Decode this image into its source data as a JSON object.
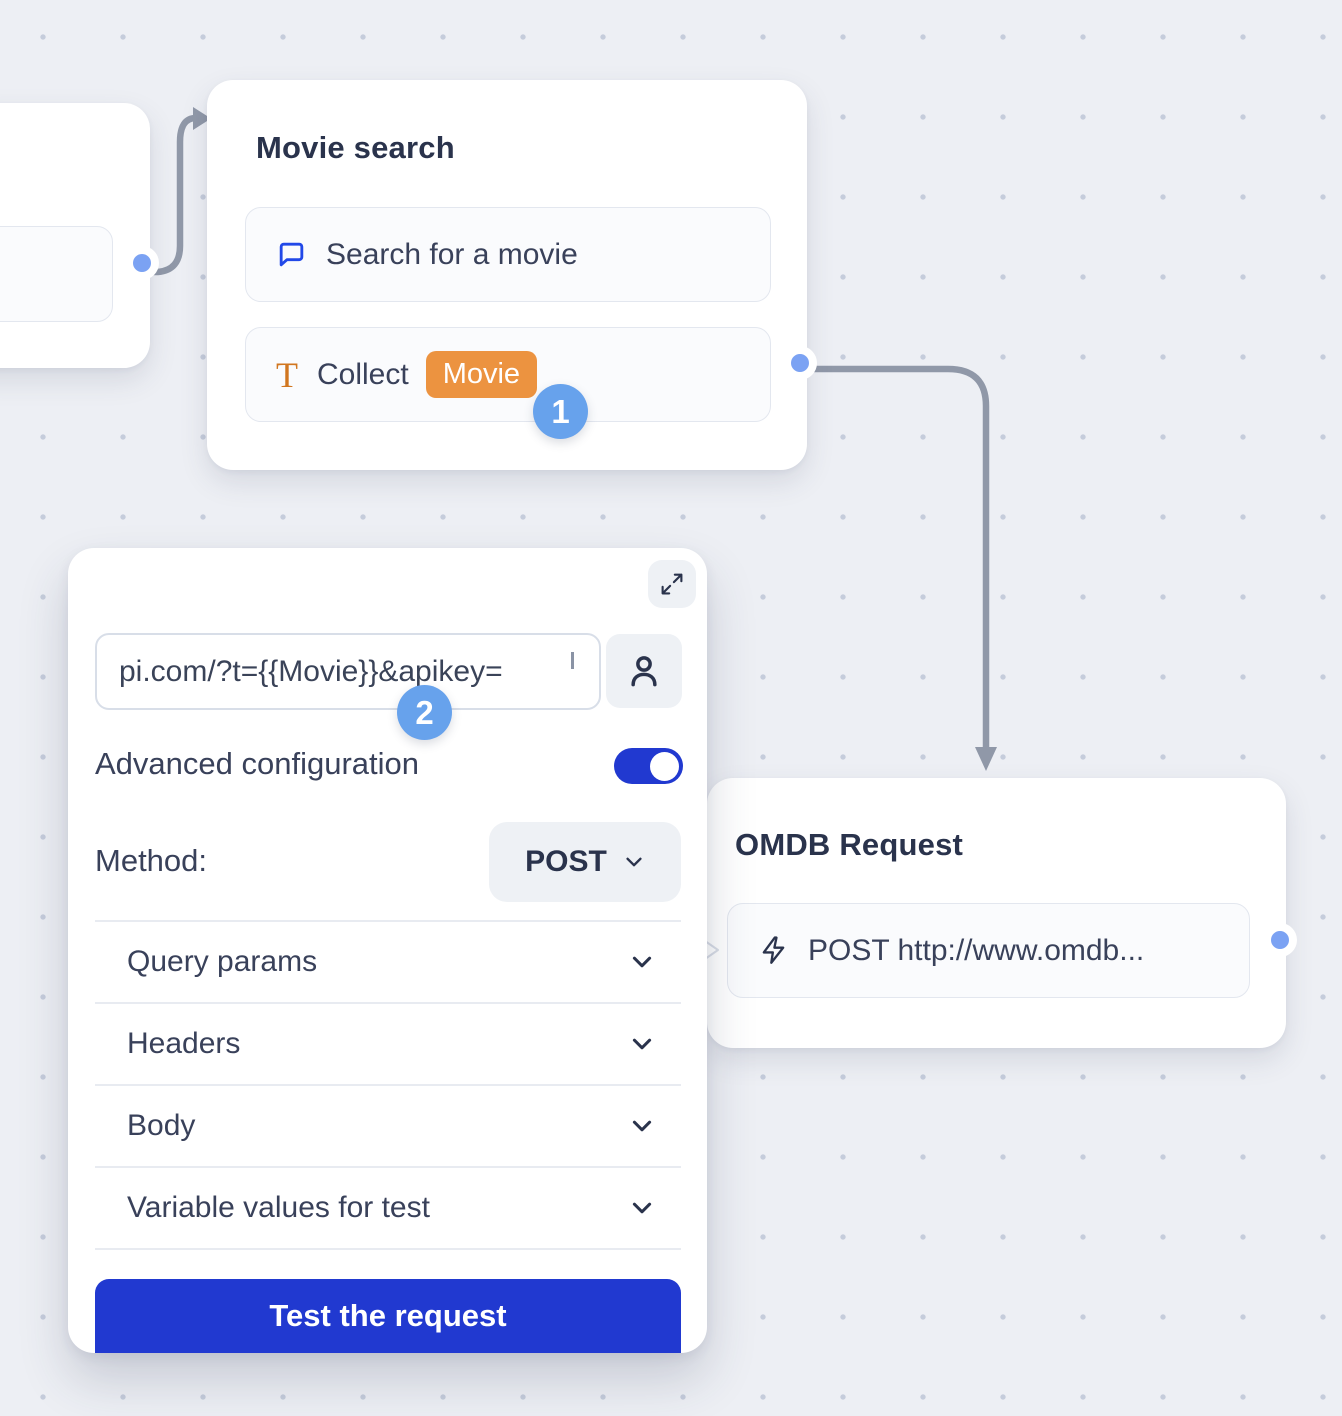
{
  "colors": {
    "bg": "#edeff4",
    "dot": "#c5ccdb",
    "accent-blue": "#2139d0",
    "port-blue": "#7ba2f3",
    "badge-blue": "#67a2ec",
    "variable-orange": "#ec9340",
    "icon-orange": "#d1761f",
    "chat-blue": "#2148e8",
    "connector-gray": "#9098a8",
    "text-dark": "#2a334c",
    "text-body": "#39415a",
    "card-border": "#e3e7ef",
    "item-bg": "#fafbfd",
    "panel-muted": "#eef1f5",
    "input-border": "#d8dee8",
    "divider": "#e8ebf1"
  },
  "movie_search_node": {
    "title": "Movie search",
    "items": [
      {
        "icon": "chat-bubble-icon",
        "label": "Search for a movie"
      },
      {
        "icon": "text-input-icon",
        "label": "Collect",
        "variable": "Movie"
      }
    ]
  },
  "omdb_node": {
    "title": "OMDB Request",
    "items": [
      {
        "icon": "zap-icon",
        "label": "POST http://www.omdb..."
      }
    ]
  },
  "config_panel": {
    "url_input": {
      "value": "pi.com/?t={{Movie}}&apikey="
    },
    "advanced_configuration": {
      "label": "Advanced configuration",
      "enabled": true
    },
    "method": {
      "label": "Method:",
      "value": "POST"
    },
    "sections": [
      {
        "label": "Query params"
      },
      {
        "label": "Headers"
      },
      {
        "label": "Body"
      },
      {
        "label": "Variable values for test"
      }
    ],
    "test_button": {
      "label": "Test the request"
    }
  },
  "annotations": {
    "step_1": "1",
    "step_2": "2"
  }
}
